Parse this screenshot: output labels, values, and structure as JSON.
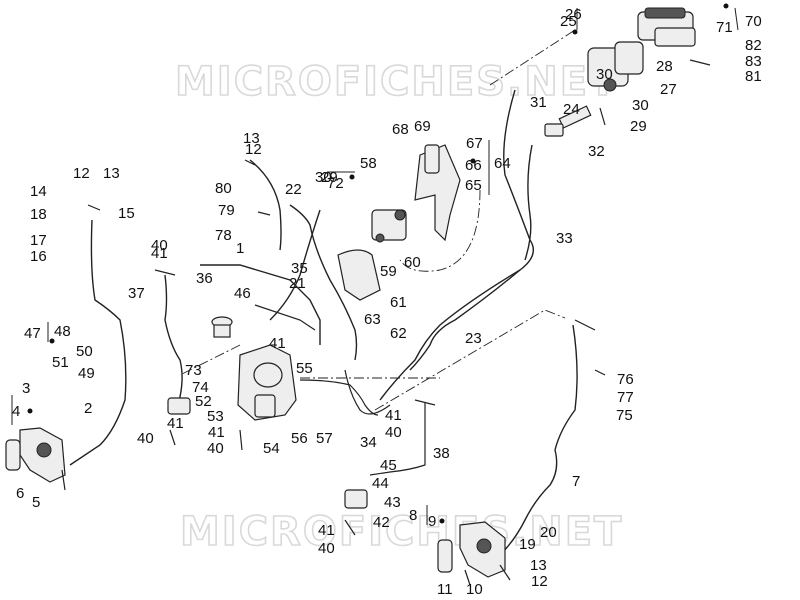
{
  "watermarks": [
    "MICROFICHES.NET",
    "MICROFICHES.NET"
  ],
  "part_numbers": [
    "1",
    "2",
    "3",
    "4",
    "5",
    "6",
    "7",
    "8",
    "9",
    "10",
    "11",
    "12",
    "12",
    "12",
    "13",
    "13",
    "13",
    "14",
    "15",
    "16",
    "17",
    "18",
    "20",
    "21",
    "22",
    "23",
    "24",
    "25",
    "26",
    "27",
    "28",
    "29",
    "29",
    "30",
    "30",
    "30",
    "31",
    "32",
    "33",
    "34",
    "35",
    "36",
    "37",
    "38",
    "40",
    "40",
    "40",
    "40",
    "40",
    "41",
    "41",
    "41",
    "41",
    "41",
    "41",
    "42",
    "43",
    "44",
    "45",
    "46",
    "47",
    "48",
    "49",
    "50",
    "51",
    "52",
    "53",
    "54",
    "55",
    "56",
    "57",
    "58",
    "59",
    "60",
    "61",
    "62",
    "63",
    "64",
    "65",
    "66",
    "67",
    "68",
    "69",
    "70",
    "71",
    "72",
    "73",
    "74",
    "75",
    "76",
    "77",
    "78",
    "79",
    "80",
    "81",
    "82",
    "83",
    "19"
  ],
  "colors": {
    "ink": "#111111",
    "watermark": "#d9d9d9",
    "background": "#ffffff"
  }
}
